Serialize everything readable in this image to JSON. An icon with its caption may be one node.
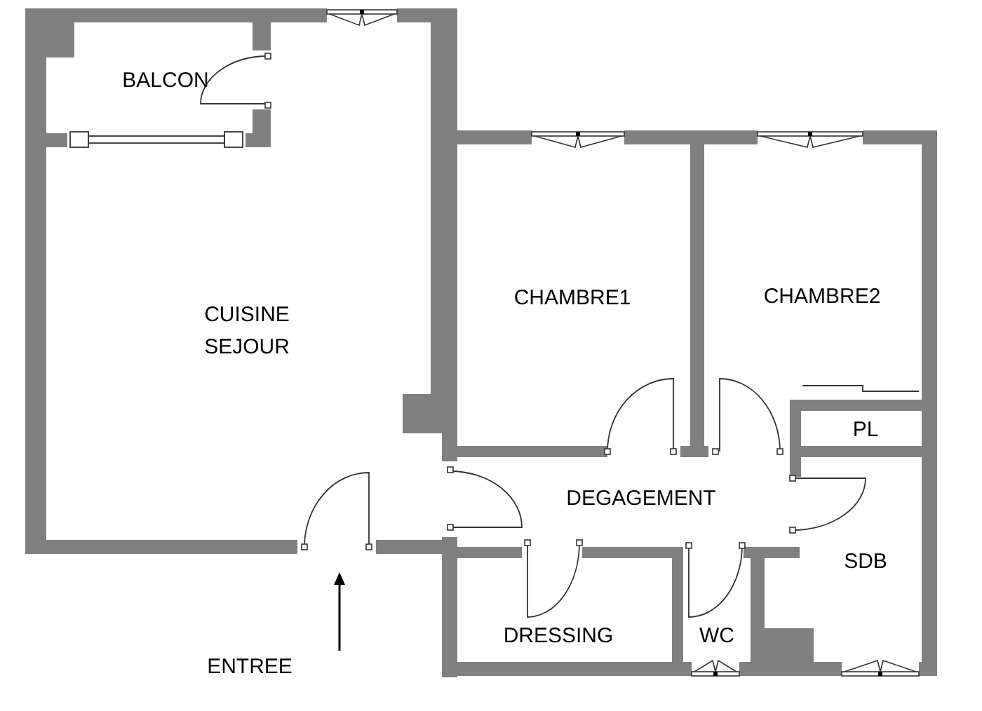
{
  "diagram": {
    "nodes": [
      {
        "text": [
          "BALCON"
        ]
      },
      {
        "text": [
          "CUISINE SEJOUR"
        ]
      },
      {
        "text": [
          "CHAMBRE1"
        ]
      },
      {
        "text": [
          "CHAMBRE2"
        ]
      },
      {
        "text": [
          "PL"
        ]
      },
      {
        "text": [
          "DEGAGEMENT"
        ]
      },
      {
        "text": [
          "SDB"
        ]
      },
      {
        "text": [
          "DRESSING"
        ]
      },
      {
        "text": [
          "WC"
        ]
      }
    ],
    "labels": [
      "ENTREE"
    ]
  }
}
